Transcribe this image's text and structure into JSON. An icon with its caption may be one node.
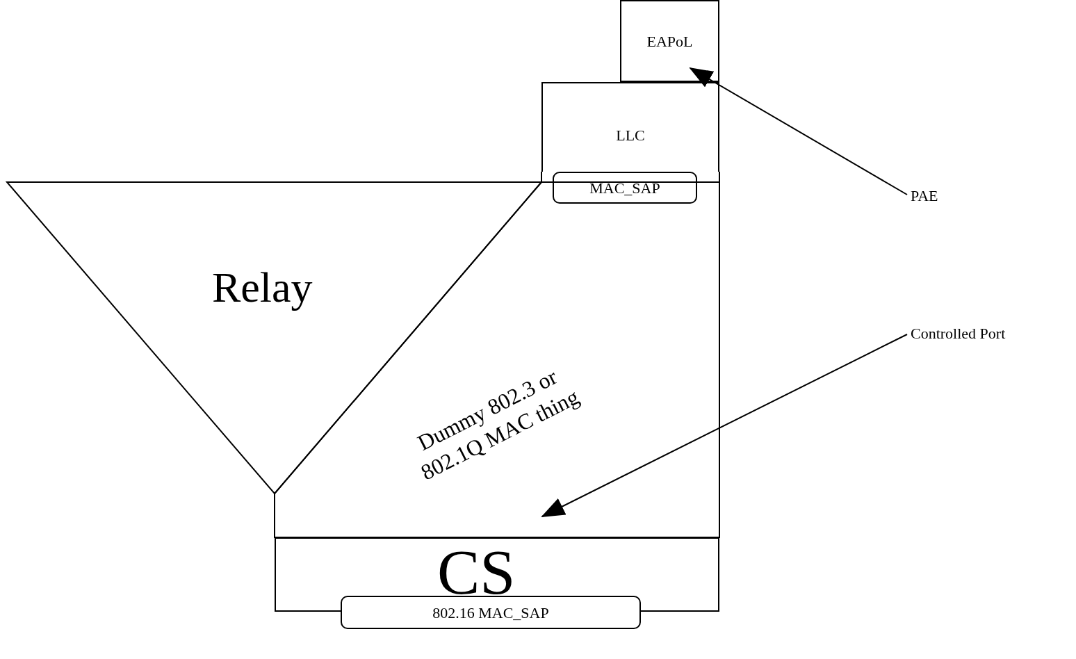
{
  "diagram": {
    "nodes": [
      {
        "text": [
          "EAPoL"
        ]
      },
      {
        "text": [
          "LLC"
        ]
      },
      {
        "text": [
          "MAC_SAP"
        ]
      },
      {
        "text": [
          "Relay"
        ]
      },
      {
        "text": [
          "Dummy 802.3 or 802.1Q MAC thing"
        ]
      },
      {
        "text": [
          "CS"
        ]
      },
      {
        "text": [
          "802.16 MAC_SAP"
        ]
      },
      {
        "text": [
          "PAE"
        ]
      },
      {
        "text": [
          "Controlled Port"
        ]
      }
    ],
    "edges": [
      {
        "from": 7,
        "to": 0,
        "arrow": "to"
      },
      {
        "from": 8,
        "to": 4,
        "arrow": "to"
      }
    ]
  }
}
